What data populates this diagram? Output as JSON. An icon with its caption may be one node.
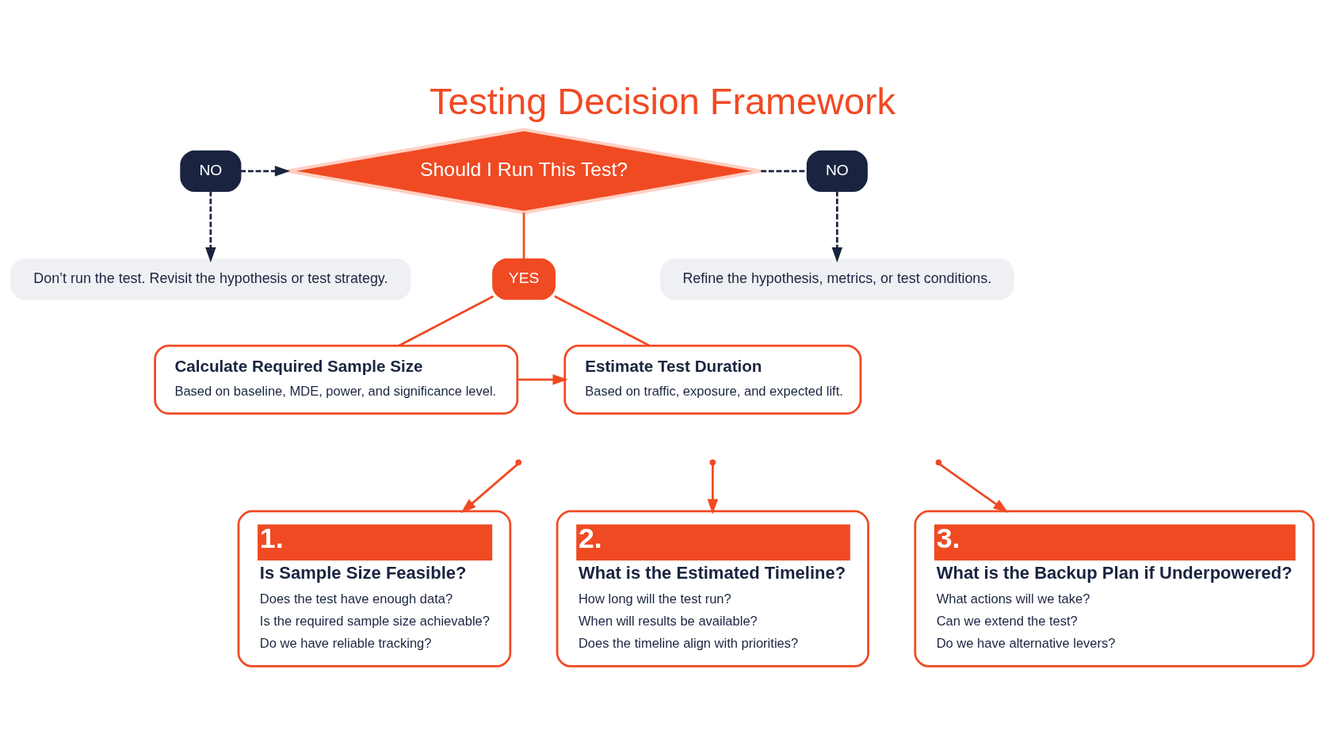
{
  "diagram": {
    "title": "Testing Decision Framework",
    "nodes": [
      {
        "text": [
          "Should I Run This Test?"
        ]
      },
      {
        "text": [
          "NO"
        ]
      },
      {
        "text": [
          "NO"
        ]
      },
      {
        "text": [
          "Don’t run the test. Revisit the hypothesis or test strategy."
        ]
      },
      {
        "text": [
          "Refine the hypothesis, metrics, or test conditions."
        ]
      },
      {
        "text": [
          "YES"
        ]
      },
      {
        "text": [
          "Calculate Required Sample Size",
          "Based on baseline, MDE, power, and significance level."
        ]
      },
      {
        "text": [
          "Estimate Test Duration",
          "Based on traffic, exposure, and expected lift."
        ]
      },
      {
        "text": [
          "1.",
          "Is Sample Size Feasible?",
          "Does the test have enough data?",
          "Is the required sample size achievable?",
          "Do we have reliable tracking?"
        ]
      },
      {
        "text": [
          "2.",
          "What is the Estimated Timeline?",
          "How long will the test run?",
          "When will results be available?",
          "Does the timeline align with priorities?"
        ]
      },
      {
        "text": [
          "3.",
          "What is the Backup Plan if Underpowered?",
          "What actions will we take?",
          "Can we extend the test?",
          "Do we have alternative levers?"
        ]
      }
    ],
    "edges": [
      {
        "from": 1,
        "to": 0,
        "arrow": "to",
        "style": "dashed",
        "color": "#1a2440"
      },
      {
        "from": 0,
        "to": 2,
        "arrow": "none",
        "style": "dashed",
        "color": "#1a2440"
      },
      {
        "from": 1,
        "to": 3,
        "arrow": "to",
        "style": "dashed",
        "color": "#1a2440"
      },
      {
        "from": 2,
        "to": 4,
        "arrow": "to",
        "style": "dashed",
        "color": "#1a2440"
      },
      {
        "from": 0,
        "to": 5,
        "arrow": "none"
      },
      {
        "from": 5,
        "to": 6,
        "arrow": "none"
      },
      {
        "from": 5,
        "to": 7,
        "arrow": "none"
      },
      {
        "from": 6,
        "to": 7,
        "arrow": "to"
      },
      {
        "from": null,
        "to": 8,
        "arrow": "to"
      },
      {
        "from": null,
        "to": 9,
        "arrow": "to"
      },
      {
        "from": null,
        "to": 10,
        "arrow": "to"
      }
    ]
  }
}
